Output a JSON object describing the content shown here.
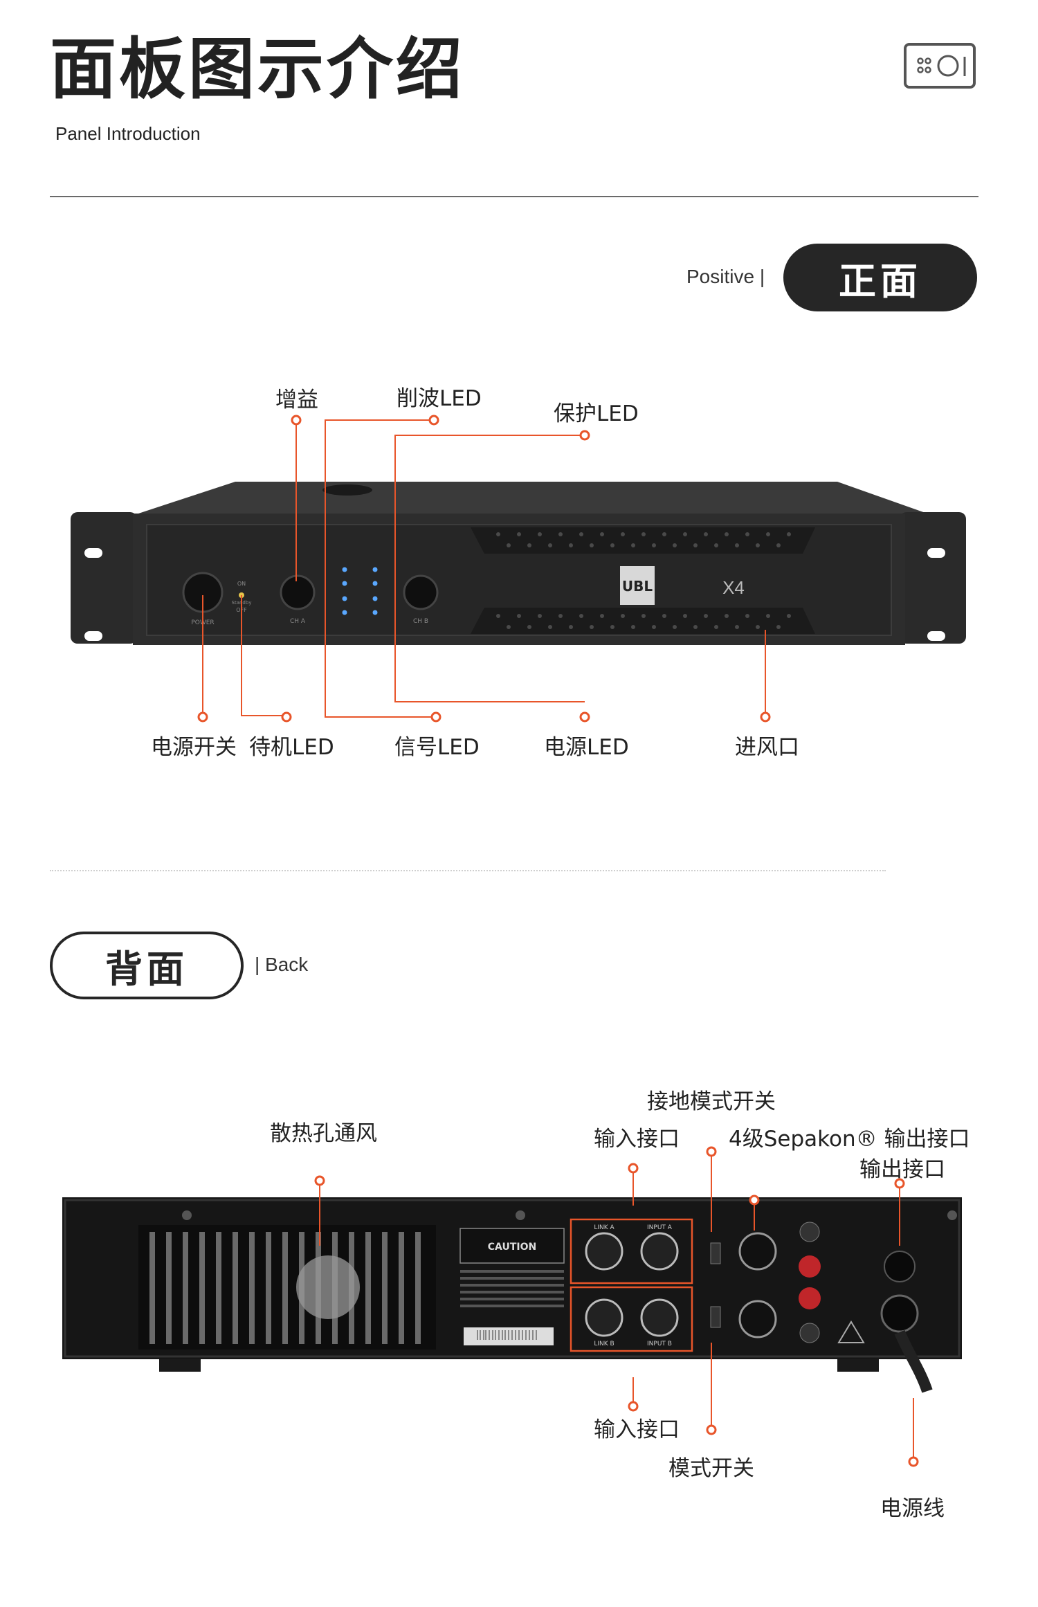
{
  "header": {
    "title": "面板图示介绍",
    "subtitle": "Panel Introduction",
    "icon": "amplifier-outline-icon"
  },
  "front": {
    "tag_en": "Positive |",
    "tag_zh": "正面",
    "labels_top": {
      "gain": "增益",
      "clip_led": "削波LED",
      "protect_led": "保护LED"
    },
    "labels_bottom": {
      "power_switch": "电源开关",
      "standby_led": "待机LED",
      "signal_led": "信号LED",
      "power_led": "电源LED",
      "air_inlet": "进风口"
    },
    "device_brand": "UBL",
    "device_model": "X4",
    "device_text": {
      "ch_a": "CH A",
      "ch_b": "CH B",
      "power": "POWER",
      "on": "ON",
      "standby": "Standby",
      "off": "OFF"
    }
  },
  "back": {
    "tag_zh": "背面",
    "tag_en": "| Back",
    "labels": {
      "vent": "散热孔通风",
      "ground_mode_switch": "接地模式开关",
      "input_top": "输入接口",
      "sepakon_output": "4级Sepakon® 输出接口",
      "output": "输出接口",
      "input_bottom": "输入接口",
      "mode_switch": "模式开关",
      "power_cord": "电源线"
    },
    "device_text": {
      "caution": "CAUTION",
      "link_a": "LINK A",
      "input_a": "INPUT A",
      "link_b": "LINK B",
      "input_b": "INPUT B"
    }
  },
  "colors": {
    "accent": "#e8552a",
    "dark": "#262626",
    "device_body": "#2b2b2b"
  }
}
